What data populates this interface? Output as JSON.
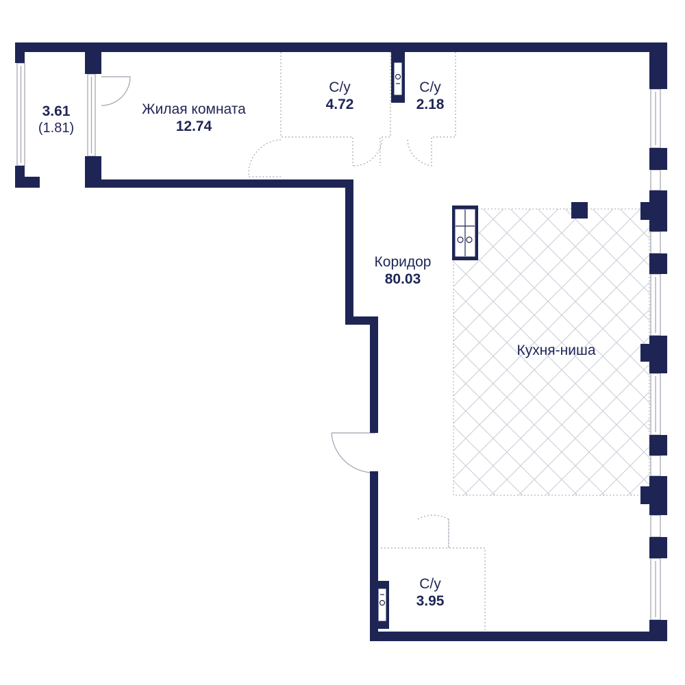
{
  "colors": {
    "wall": "#1e2555",
    "thin_line": "#9ea1ad",
    "dotted_line": "#a4a6b4",
    "tile_line": "#c9ccd6",
    "text": "#1e2555",
    "background": "#ffffff"
  },
  "rooms": {
    "balcony": {
      "area": "3.61",
      "sub_area": "(1.81)"
    },
    "living_room": {
      "name": "Жилая комната",
      "area": "12.74"
    },
    "bathroom_1": {
      "name": "С/у",
      "area": "4.72"
    },
    "bathroom_2": {
      "name": "С/у",
      "area": "2.18"
    },
    "corridor": {
      "name": "Коридор",
      "area": "80.03"
    },
    "kitchen_niche": {
      "name": "Кухня-ниша"
    },
    "bathroom_3": {
      "name": "С/у",
      "area": "3.95"
    }
  }
}
